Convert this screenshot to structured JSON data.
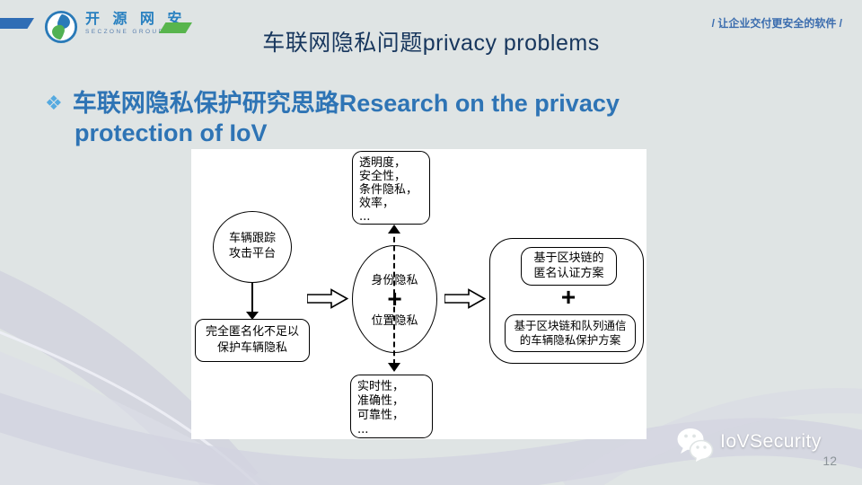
{
  "header": {
    "logo": {
      "brand": "开 源 网 安",
      "subtitle": "SECZONE GROUP"
    },
    "title": "车联网隐私问题privacy problems",
    "slogan": "/ 让企业交付更安全的软件 /"
  },
  "heading": {
    "bullet": "❖",
    "line1": "车联网隐私保护研究思路Research on the privacy",
    "line2": "protection of IoV"
  },
  "diagram": {
    "top_criteria_box": "透明度，\n安全性，\n条件隐私，\n效率，\n...",
    "attacker_circle": "车辆跟踪\n攻击平台",
    "conclusion_box": "完全匿名化不足以\n保护车辆隐私",
    "ellipse_top": "身份隐私",
    "ellipse_plus": "+",
    "ellipse_bottom": "位置隐私",
    "solution_box_1": "基于区块链的\n匿名认证方案",
    "solution_plus": "+",
    "solution_box_2": "基于区块链和队列通信\n的车辆隐私保护方案",
    "bottom_criteria_box": "实时性，\n准确性，\n可靠性，\n..."
  },
  "footer": {
    "brand": "IoVSecurity",
    "page_number": "12"
  },
  "colors": {
    "background": "#dfe4e4",
    "title": "#17365d",
    "heading": "#2e74b5",
    "bullet": "#55aae0",
    "logo_blue": "#2880c0",
    "logo_green": "#58b54d",
    "slogan": "#3a6cae",
    "swoosh": "#d2d3e0",
    "diagram_stroke": "#000000"
  }
}
